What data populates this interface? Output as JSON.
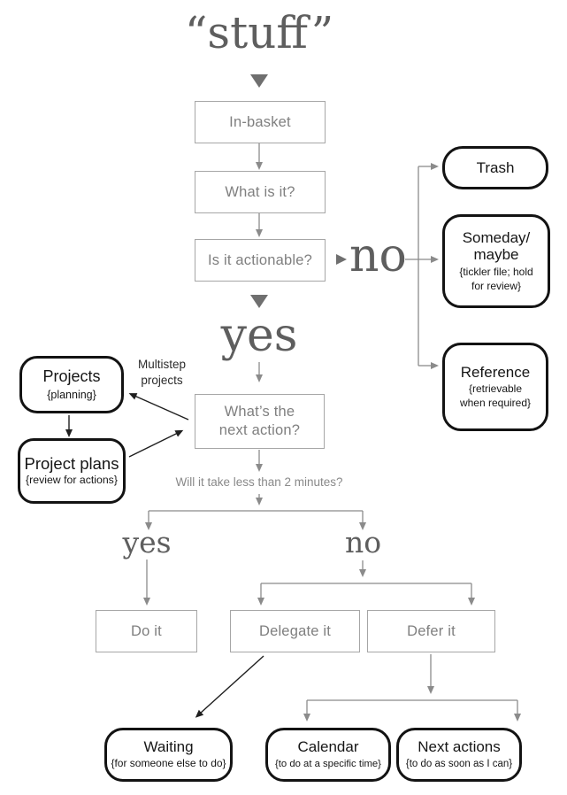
{
  "title": "“stuff”",
  "process": {
    "in_basket": "In-basket",
    "what_is_it": "What is it?",
    "is_it_actionable": "Is it actionable?",
    "whats_next_action": "What’s the\nnext action?",
    "two_minute_question": "Will it take less than 2 minutes?",
    "do_it": "Do it",
    "delegate_it": "Delegate it",
    "defer_it": "Defer it"
  },
  "decisions": {
    "actionable_no": "no",
    "actionable_yes": "yes",
    "two_minute_yes": "yes",
    "two_minute_no": "no"
  },
  "annotations": {
    "multistep_projects": "Multistep\nprojects"
  },
  "buckets": {
    "trash": {
      "title": "Trash"
    },
    "someday_maybe": {
      "title": "Someday/\nmaybe",
      "note": "{tickler file; hold\nfor review}"
    },
    "reference": {
      "title": "Reference",
      "note": "{retrievable\nwhen required}"
    },
    "projects": {
      "title": "Projects",
      "note": "{planning}"
    },
    "project_plans": {
      "title": "Project plans",
      "note": "{review for actions}"
    },
    "waiting": {
      "title": "Waiting",
      "note": "{for someone else to do}"
    },
    "calendar": {
      "title": "Calendar",
      "note": "{to do at a specific time}"
    },
    "next_actions": {
      "title": "Next actions",
      "note": "{to do as soon as I can}"
    }
  },
  "colors": {
    "flow_gray": "#8b8b8b",
    "box_border_gray": "#a6a6a6",
    "box_text_gray": "#7f7f7f",
    "serif_gray": "#5e5e5e",
    "terminal_black": "#131313",
    "background": "#ffffff"
  }
}
